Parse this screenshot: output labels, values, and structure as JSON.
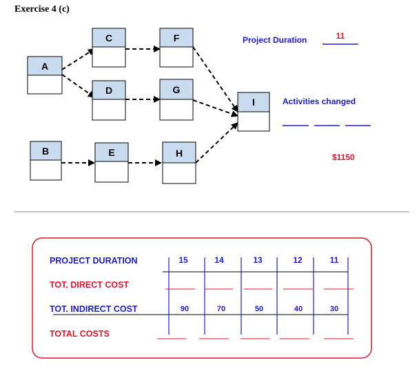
{
  "title": "Exercise 4 (c)",
  "nodes": [
    {
      "id": "A",
      "label": "A"
    },
    {
      "id": "B",
      "label": "B"
    },
    {
      "id": "C",
      "label": "C"
    },
    {
      "id": "D",
      "label": "D"
    },
    {
      "id": "E",
      "label": "E"
    },
    {
      "id": "F",
      "label": "F"
    },
    {
      "id": "G",
      "label": "G"
    },
    {
      "id": "H",
      "label": "H"
    },
    {
      "id": "I",
      "label": "I"
    }
  ],
  "edges": [
    {
      "from": "A",
      "to": "C"
    },
    {
      "from": "A",
      "to": "D"
    },
    {
      "from": "C",
      "to": "F"
    },
    {
      "from": "D",
      "to": "G"
    },
    {
      "from": "B",
      "to": "E"
    },
    {
      "from": "E",
      "to": "H"
    },
    {
      "from": "F",
      "to": "I"
    },
    {
      "from": "G",
      "to": "I"
    },
    {
      "from": "H",
      "to": "I"
    }
  ],
  "project_duration_label": "Project Duration",
  "project_duration_value": "11",
  "activities_changed_label": "Activities changed",
  "cost_value": "$1150",
  "table": {
    "rows": [
      {
        "label": "PROJECT DURATION",
        "color": "#1a1ad6"
      },
      {
        "label": "TOT. DIRECT COST",
        "color": "#e0142a"
      },
      {
        "label": "TOT. INDIRECT COST",
        "color": "#1a1ad6"
      },
      {
        "label": "TOTAL COSTS",
        "color": "#e0142a"
      }
    ],
    "durations": [
      "15",
      "14",
      "13",
      "12",
      "11"
    ],
    "indirect_costs": [
      "90",
      "70",
      "50",
      "40",
      "30"
    ]
  },
  "colors": {
    "node_fill_top": "#c9dcef",
    "accent_blue": "#1a1ad6",
    "accent_red": "#e0142a",
    "box_border_red": "#e0142a"
  }
}
